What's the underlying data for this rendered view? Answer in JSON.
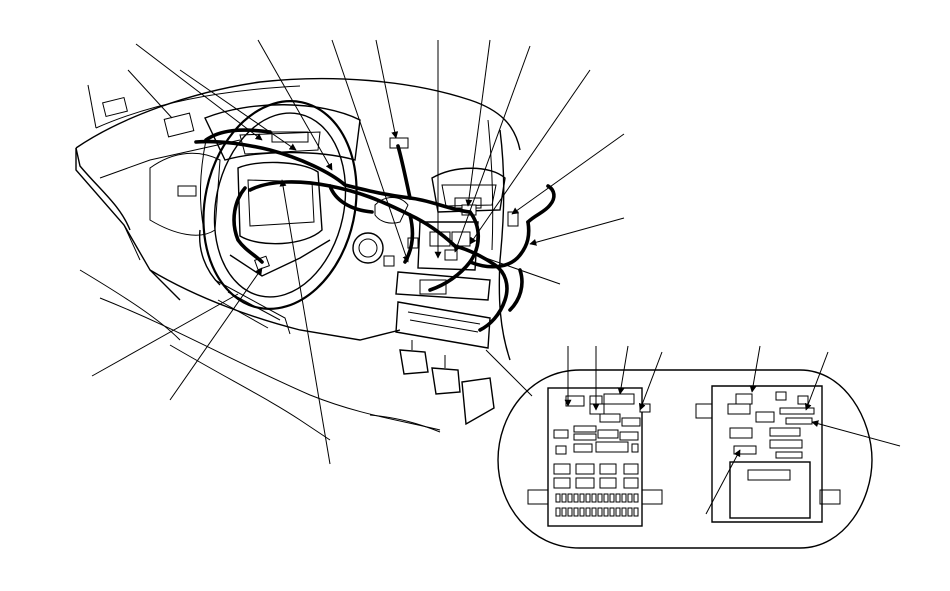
{
  "diagram": {
    "colors": {
      "line": "#000000",
      "background": "#ffffff"
    },
    "callouts": {
      "main_view_count": 15,
      "fuse_box_view_count": 7
    },
    "inset": {
      "name": "under-dash-fuse-relay-box-detail"
    }
  }
}
